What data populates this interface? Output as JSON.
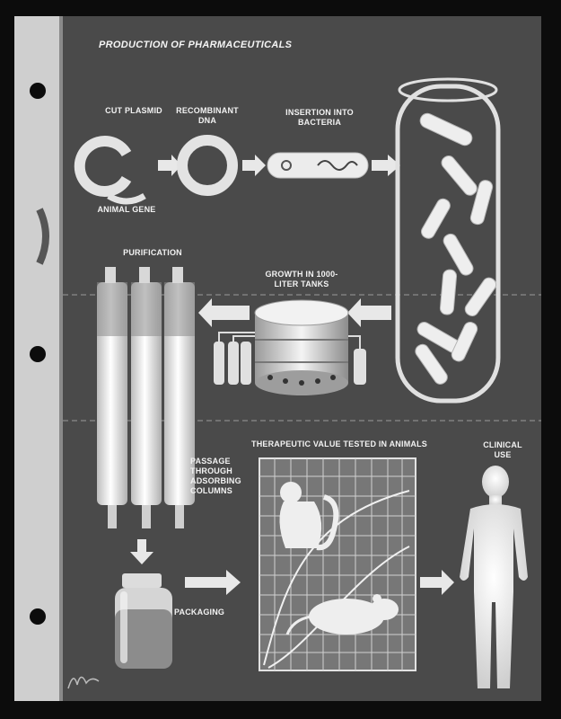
{
  "title": "PRODUCTION OF PHARMACEUTICALS",
  "steps": {
    "cut_plasmid": "CUT PLASMID",
    "recombinant_dna": "RECOMBINANT DNA",
    "insertion": "INSERTION INTO BACTERIA",
    "animal_gene": "ANIMAL GENE",
    "purification": "PURIFICATION",
    "growth": "GROWTH IN 1000- LITER TANKS",
    "passage": "PASSAGE THROUGH ADSORBING COLUMNS",
    "therapeutic": "THERAPEUTIC VALUE TESTED IN ANIMALS",
    "clinical": "CLINICAL USE",
    "packaging": "PACKAGING"
  },
  "colors": {
    "page": "#4a4a4a",
    "drawing": "#e8e8e8",
    "frame": "#0c0c0c"
  }
}
